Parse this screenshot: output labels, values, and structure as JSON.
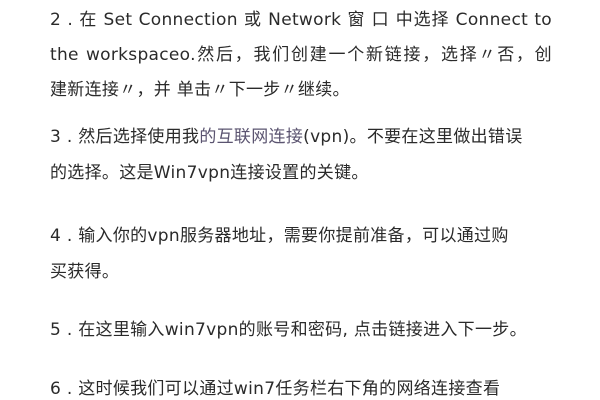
{
  "document": {
    "steps": [
      {
        "number": "2",
        "lines": [
          "2 . 在  Set Connection 或  Network 窗  口  中选择  Connect to",
          "the workspaceo.然后，我们创建一个新链接，选择〃否，创",
          "建新连接〃，并 单击〃下一步〃继续。"
        ]
      },
      {
        "number": "3",
        "line1_before": "3 . 然后选择使用我",
        "line1_link": "的互联网连接",
        "line1_after": "(vpn)。不要在这里做出错误",
        "line2": "的选择。这是Win7vpn连接设置的关键。"
      },
      {
        "number": "4",
        "lines": [
          "4 . 输入你的vpn服务器地址，需要你提前准备，可以通过购",
          "买获得。"
        ]
      },
      {
        "number": "5",
        "lines": [
          "5 . 在这里输入win7vpn的账号和密码, 点击链接进入下一步。"
        ]
      },
      {
        "number": "6",
        "lines": [
          "6 . 这时候我们可以通过win7任务栏右下角的网络连接查看"
        ]
      }
    ],
    "colors": {
      "text": "#2a2a2a",
      "link": "#5b5470",
      "background": "#ffffff"
    }
  }
}
